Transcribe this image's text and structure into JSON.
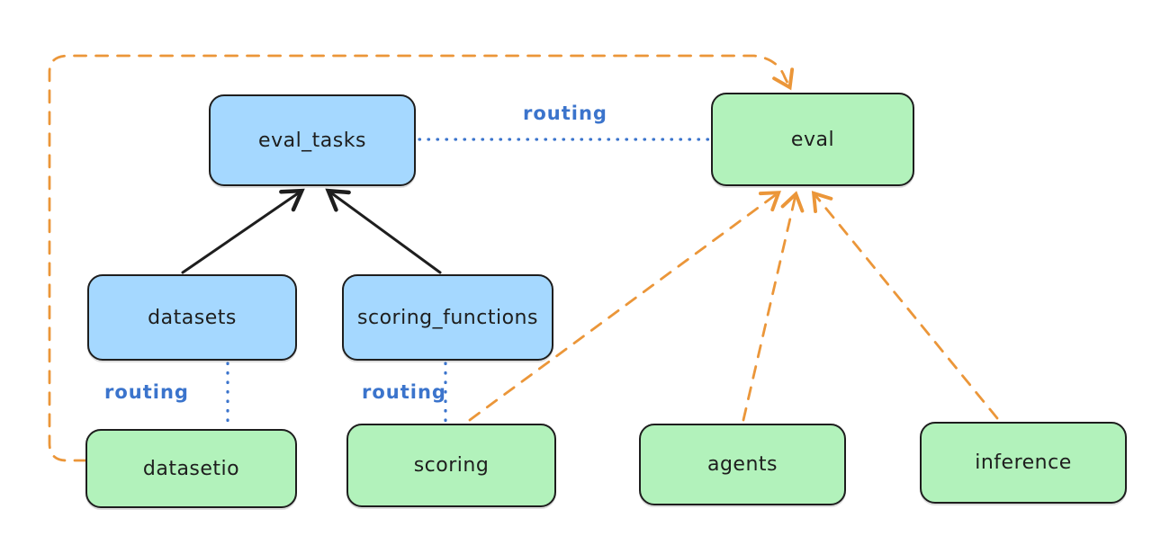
{
  "diagram": {
    "background": "#ffffff",
    "nodes": {
      "eval_tasks": {
        "label": "eval_tasks",
        "fill": "#a5d8ff"
      },
      "eval": {
        "label": "eval",
        "fill": "#b2f2bb"
      },
      "datasets": {
        "label": "datasets",
        "fill": "#a5d8ff"
      },
      "scoring_functions": {
        "label": "scoring_functions",
        "fill": "#a5d8ff"
      },
      "datasetio": {
        "label": "datasetio",
        "fill": "#b2f2bb"
      },
      "scoring": {
        "label": "scoring",
        "fill": "#b2f2bb"
      },
      "agents": {
        "label": "agents",
        "fill": "#b2f2bb"
      },
      "inference": {
        "label": "inference",
        "fill": "#b2f2bb"
      }
    },
    "edge_labels": {
      "routing_top": "routing",
      "routing_datasets": "routing",
      "routing_scoring": "routing"
    },
    "edges": [
      {
        "from": "datasets",
        "to": "eval_tasks",
        "style": "solid",
        "color": "#1e1e1e",
        "arrowhead": true
      },
      {
        "from": "scoring_functions",
        "to": "eval_tasks",
        "style": "solid",
        "color": "#1e1e1e",
        "arrowhead": true
      },
      {
        "from": "eval_tasks",
        "to": "eval",
        "style": "dotted",
        "color": "#3b74cc",
        "arrowhead": false,
        "label": "routing"
      },
      {
        "from": "datasets",
        "to": "datasetio",
        "style": "dotted",
        "color": "#3b74cc",
        "arrowhead": false,
        "label": "routing"
      },
      {
        "from": "scoring_functions",
        "to": "scoring",
        "style": "dotted",
        "color": "#3b74cc",
        "arrowhead": false,
        "label": "routing"
      },
      {
        "from": "datasetio",
        "to": "eval",
        "style": "dashed",
        "color": "#eb9639",
        "arrowhead": true,
        "route": "left-up-over-top"
      },
      {
        "from": "scoring",
        "to": "eval",
        "style": "dashed",
        "color": "#eb9639",
        "arrowhead": true
      },
      {
        "from": "agents",
        "to": "eval",
        "style": "dashed",
        "color": "#eb9639",
        "arrowhead": true
      },
      {
        "from": "inference",
        "to": "eval",
        "style": "dashed",
        "color": "#eb9639",
        "arrowhead": true
      }
    ],
    "colors": {
      "node_border": "#1e1e1e",
      "blue_node_fill": "#a5d8ff",
      "green_node_fill": "#b2f2bb",
      "routing_blue": "#3b74cc",
      "arrow_black": "#1e1e1e",
      "arrow_orange": "#eb9639"
    }
  }
}
